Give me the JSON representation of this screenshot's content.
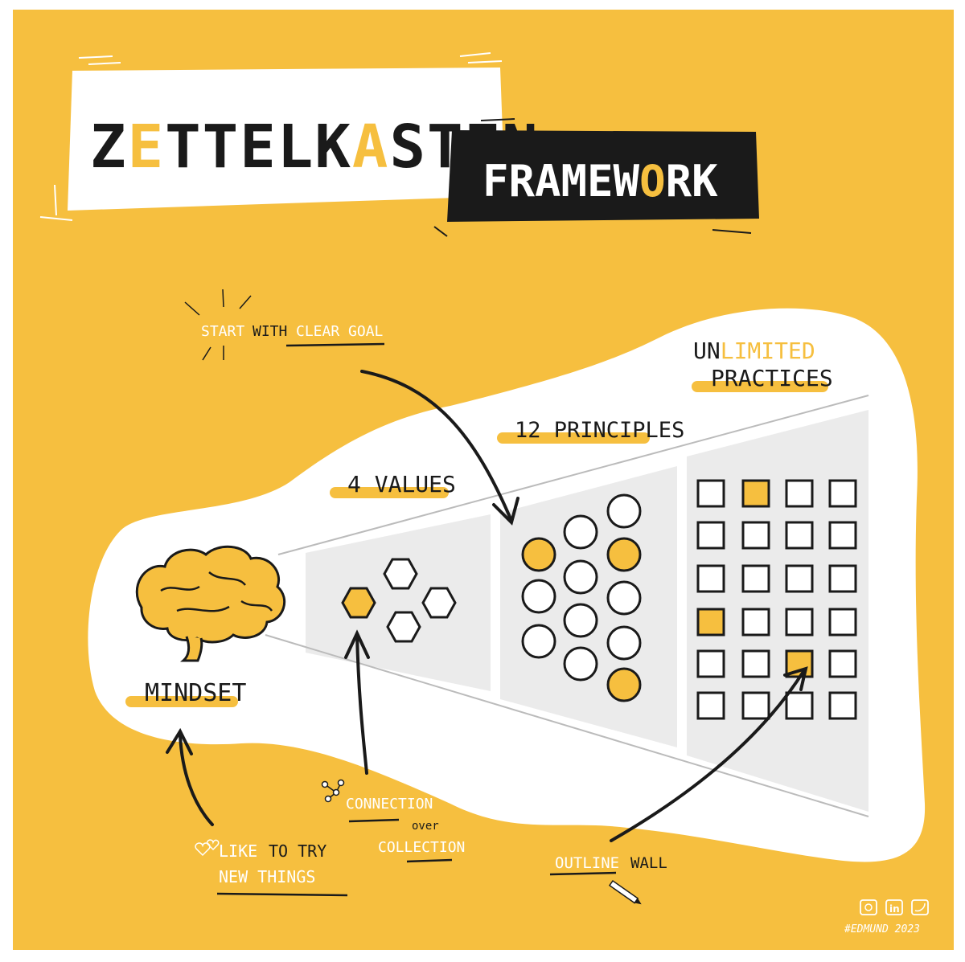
{
  "colors": {
    "background": "#F6BF3F",
    "accent": "#F6BF3F",
    "ink": "#1a1a1a",
    "paper": "#ffffff",
    "panel": "#ebebeb"
  },
  "title": {
    "word_pre": "Z",
    "word_e": "E",
    "word_mid": "TTELK",
    "word_a": "A",
    "word_post": "STEN",
    "subtitle_pre": "FRAMEW",
    "subtitle_o": "O",
    "subtitle_post": "RK"
  },
  "sections": {
    "mindset": "MINDSET",
    "values": "4 VALUES",
    "principles": "12 PRINCIPLES",
    "practices_un": "UN",
    "practices_limited": "LIMITED",
    "practices_line2": "PRACTICES"
  },
  "annotations": {
    "start_1": "START",
    "start_2": "WITH",
    "start_3": "CLEAR GOAL",
    "like_1": "LIKE",
    "like_2": "TO TRY",
    "like_3": "NEW THINGS",
    "connection_1": "CONNECTION",
    "connection_2": "over",
    "connection_3": "COLLECTION",
    "outline_1": "OUTLINE",
    "outline_2": "WALL"
  },
  "icons": [
    "brain-icon",
    "hexagon-icon",
    "circle-icon",
    "square-icon",
    "heart-icon",
    "network-icon",
    "pencil-icon",
    "camera-icon",
    "linkedin-icon",
    "twitter-icon"
  ],
  "credit": {
    "linkedin_label": "in",
    "signature": "#EDMUND 2023"
  }
}
